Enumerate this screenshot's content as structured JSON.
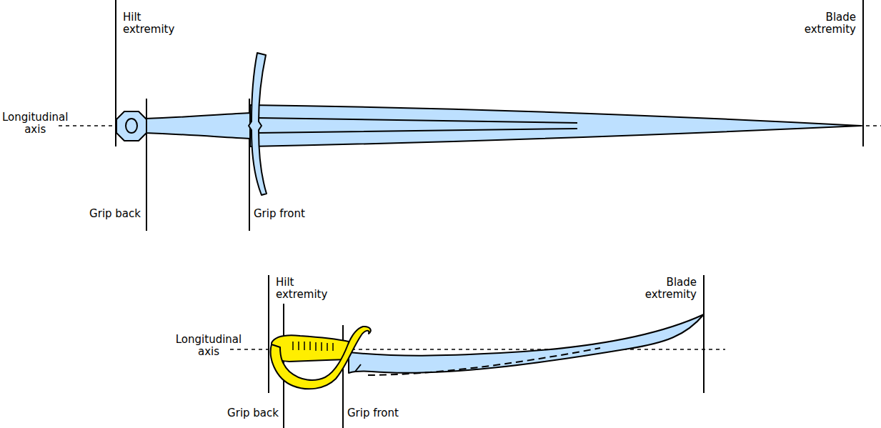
{
  "diagram": {
    "labels": [
      "Hilt extremity",
      "Blade extremity",
      "Longitudinal axis",
      "Grip back",
      "Grip front",
      "Hilt extremity",
      "Blade extremity",
      "Longitudinal axis",
      "Grip back",
      "Grip front"
    ]
  }
}
